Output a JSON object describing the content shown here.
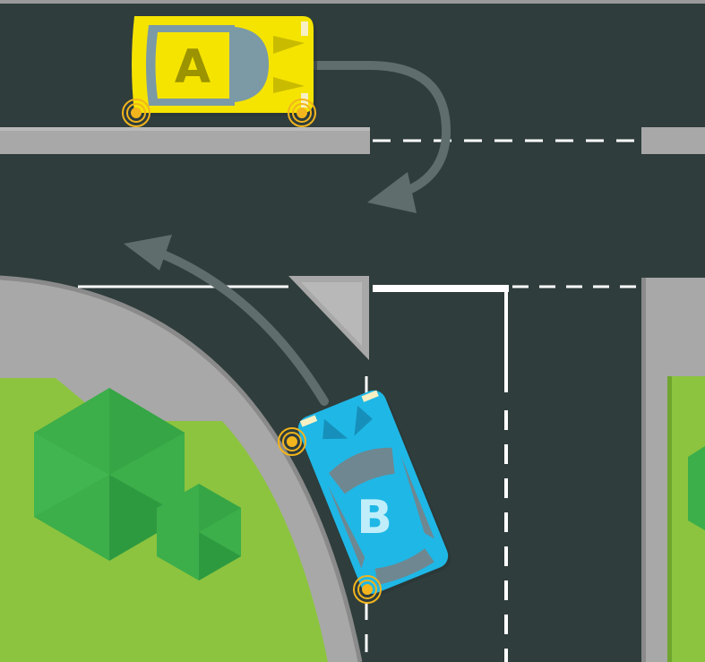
{
  "cars": [
    {
      "id": "A",
      "label": "A",
      "body_color": "#f5e400",
      "glass_color": "#7b9aa6",
      "label_color": "#9b9300"
    },
    {
      "id": "B",
      "label": "B",
      "body_color": "#1fb7e6",
      "glass_color": "#6f8790",
      "label_color": "#bfeefa"
    }
  ],
  "colors": {
    "road": "#2f3d3c",
    "curb": "#a8a8a8",
    "curb_edge": "#8a8a8a",
    "grass": "#8cc43f",
    "tree_light": "#3cae4a",
    "tree_dark": "#2e9a40",
    "arrow": "#5f6d6c",
    "marking": "#ffffff",
    "indicator": "#f2b51d"
  },
  "icons": [
    "u-turn-arrow-icon",
    "turn-arrow-icon",
    "indicator-icon",
    "tree-icon"
  ]
}
